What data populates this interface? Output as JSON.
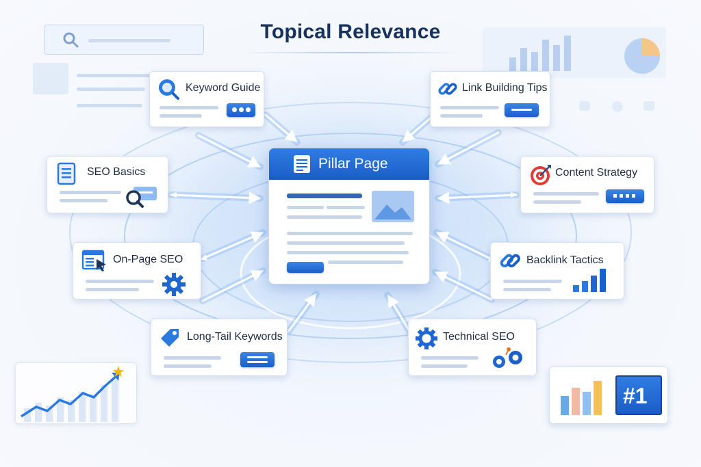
{
  "title": "Topical Relevance",
  "pillar": {
    "label": "Pillar Page",
    "icon": "document-icon"
  },
  "spokes": [
    {
      "id": "keyword-guide",
      "label": "Keyword Guide",
      "icon": "magnifier-icon"
    },
    {
      "id": "link-building-tips",
      "label": "Link Building Tips",
      "icon": "link-icon"
    },
    {
      "id": "seo-basics",
      "label": "SEO Basics",
      "icon": "document-search-icon"
    },
    {
      "id": "content-strategy",
      "label": "Content Strategy",
      "icon": "target-icon"
    },
    {
      "id": "on-page-seo",
      "label": "On-Page SEO",
      "icon": "webpage-icon"
    },
    {
      "id": "backlink-tactics",
      "label": "Backlink Tactics",
      "icon": "link-icon"
    },
    {
      "id": "long-tail-keywords",
      "label": "Long-Tail Keywords",
      "icon": "tag-icon"
    },
    {
      "id": "technical-seo",
      "label": "Technical SEO",
      "icon": "gear-icon"
    }
  ],
  "rank_badge": "#1",
  "colors": {
    "accent": "#1f66d1",
    "accent_light": "#3c84e6",
    "title": "#17325e",
    "line": "#c7d5e9",
    "star": "#f4b400",
    "target_red": "#e53935"
  }
}
